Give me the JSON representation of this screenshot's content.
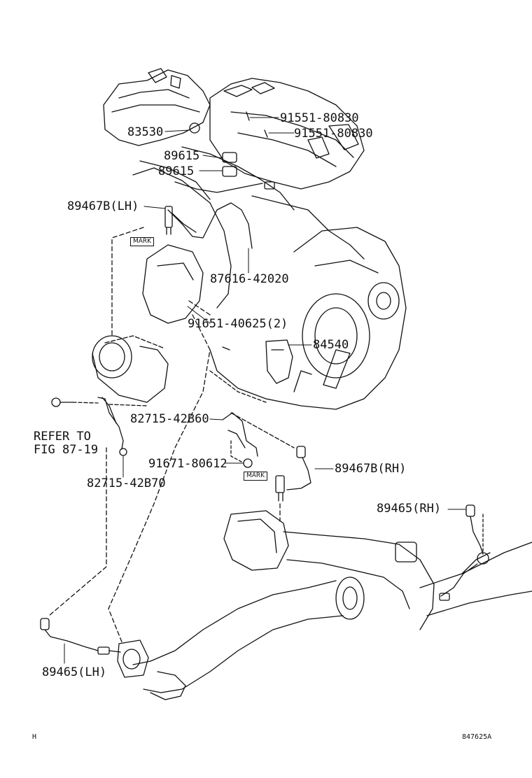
{
  "colors": {
    "line": "#111111",
    "background": "#ffffff"
  },
  "labels": {
    "p91551_a": "91551-80830",
    "p91551_b": "91551-80830",
    "p83530": "83530",
    "p89615_a": "89615",
    "p89615_b": "89615",
    "p89467b_lh": "89467B(LH)",
    "mark_lh": "MARK",
    "p87616": "87616-42020",
    "p91651": "91651-40625(2)",
    "p84540": "84540",
    "p82715_b60": "82715-42B60",
    "refer_to": "REFER TO",
    "fig_ref": "FIG 87-19",
    "p91671": "91671-80612",
    "mark_rh": "MARK",
    "p89467b_rh": "89467B(RH)",
    "p82715_b70": "82715-42B70",
    "p89465_rh": "89465(RH)",
    "p89465_lh": "89465(LH)",
    "corner_left": "H",
    "corner_right": "847625A"
  }
}
